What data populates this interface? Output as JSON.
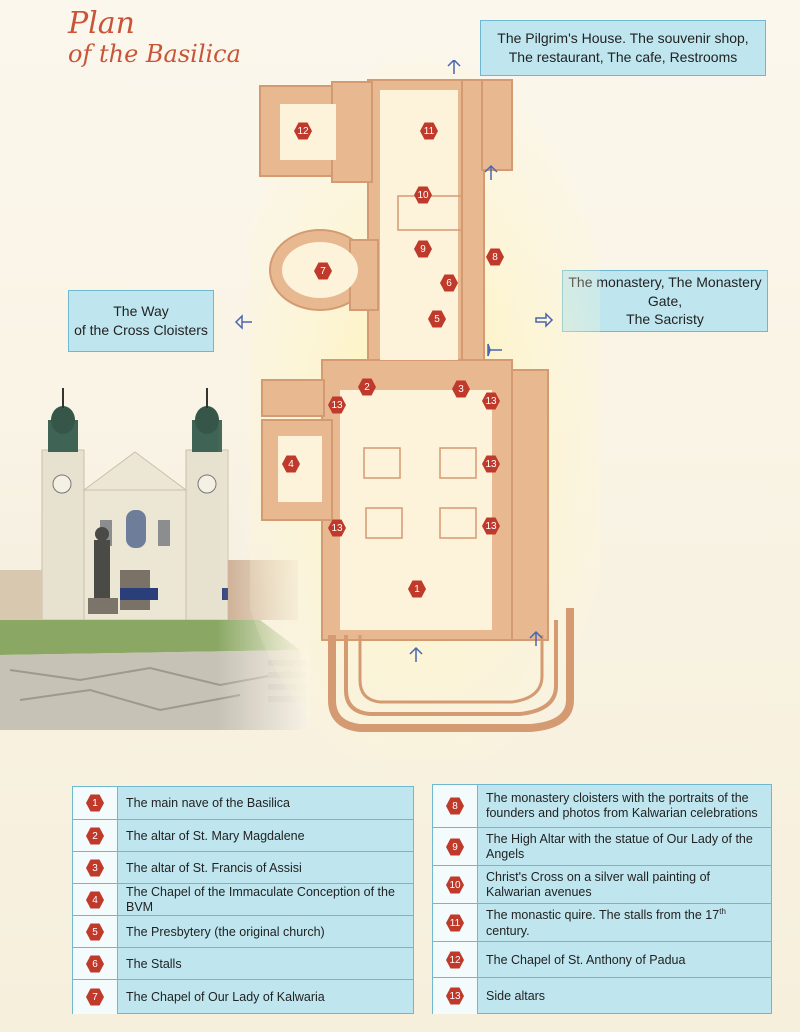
{
  "title": {
    "line1": "Plan",
    "line2": "of the Basilica"
  },
  "callouts": {
    "pilgrims_house": {
      "line1": "The Pilgrim's House. The souvenir shop,",
      "line2": "The restaurant, The cafe, Restrooms"
    },
    "way_of_cross": {
      "line1": "The Way",
      "line2": "of the Cross Cloisters"
    },
    "monastery": {
      "line1": "The monastery, The Monastery Gate,",
      "line2": "The Sacristy"
    }
  },
  "markers": [
    "1",
    "2",
    "3",
    "4",
    "5",
    "6",
    "7",
    "8",
    "9",
    "10",
    "11",
    "12",
    "13"
  ],
  "legend_left": [
    {
      "num": "1",
      "text": "The main nave of the Basilica"
    },
    {
      "num": "2",
      "text": "The altar of St. Mary Magdalene"
    },
    {
      "num": "3",
      "text": "The altar of St. Francis of Assisi"
    },
    {
      "num": "4",
      "text": "The Chapel of the Immaculate Conception of the BVM"
    },
    {
      "num": "5",
      "text": "The Presbytery (the original church)"
    },
    {
      "num": "6",
      "text": "The Stalls"
    },
    {
      "num": "7",
      "text": "The Chapel of Our Lady of Kalwaria"
    }
  ],
  "legend_right": [
    {
      "num": "8",
      "text": "The monastery cloisters with the portraits of the founders and photos from Kalwarian celebrations"
    },
    {
      "num": "9",
      "text": "The High Altar with the statue of Our Lady of the Angels"
    },
    {
      "num": "10",
      "text": "Christ's Cross on a silver wall painting of Kalwarian avenues"
    },
    {
      "num": "11",
      "text_before": "The monastic quire. The stalls from the 17",
      "text_sup": "th",
      "text_after": " century."
    },
    {
      "num": "12",
      "text": "The Chapel of St. Anthony of Padua"
    },
    {
      "num": "13",
      "text": "Side altars"
    }
  ],
  "colors": {
    "plan_fill": "#e8b891",
    "plan_stroke": "#d49b72",
    "marker": "#c03a2b",
    "callout_bg": "#bfe6ef",
    "callout_border": "#6fb8cf",
    "title": "#c8553a"
  }
}
